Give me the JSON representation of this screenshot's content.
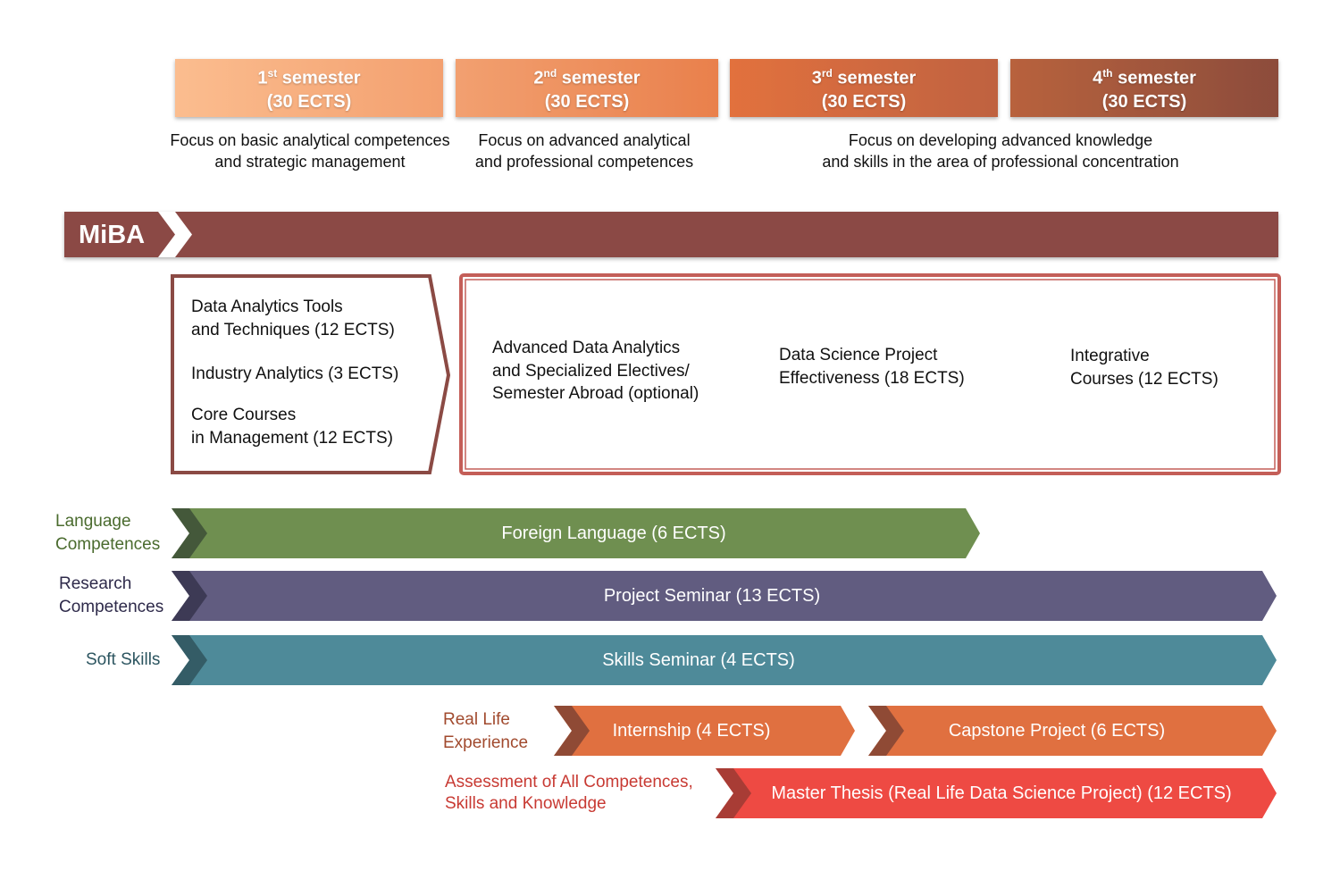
{
  "semesters": [
    {
      "num": "1",
      "suffix": "st",
      "word": "semester",
      "ects": "(30 ECTS)"
    },
    {
      "num": "2",
      "suffix": "nd",
      "word": "semester",
      "ects": "(30 ECTS)"
    },
    {
      "num": "3",
      "suffix": "rd",
      "word": "semester",
      "ects": "(30 ECTS)"
    },
    {
      "num": "4",
      "suffix": "th",
      "word": "semester",
      "ects": "(30 ECTS)"
    }
  ],
  "focus": [
    {
      "line1": "Focus on basic analytical competences",
      "line2": "and strategic management"
    },
    {
      "line1": "Focus on advanced analytical",
      "line2": "and professional competences"
    },
    {
      "line1": "Focus on developing advanced knowledge",
      "line2": "and skills in the area of professional concentration"
    }
  ],
  "program": {
    "title": "MiBA"
  },
  "first_year": {
    "items": [
      {
        "line1": "Data Analytics Tools",
        "line2": "and Techniques (12 ECTS)"
      },
      {
        "line1": "Industry Analytics (3 ECTS)"
      },
      {
        "line1": "Core Courses",
        "line2": "in Management (12 ECTS)"
      }
    ]
  },
  "second_year": {
    "items": [
      {
        "line1": "Advanced Data Analytics",
        "line2": "and Specialized Electives/",
        "line3": "Semester Abroad (optional)"
      },
      {
        "line1": "Data Science Project",
        "line2": "Effectiveness (18 ECTS)"
      },
      {
        "line1": "Integrative",
        "line2": "Courses (12 ECTS)"
      }
    ]
  },
  "tracks": {
    "language": {
      "label1": "Language",
      "label2": "Competences",
      "bar": "Foreign Language (6 ECTS)",
      "color": "#6f8f50"
    },
    "research": {
      "label1": "Research",
      "label2": "Competences",
      "bar": "Project Seminar (13 ECTS)",
      "color": "#615c80"
    },
    "soft": {
      "label1": "Soft Skills",
      "bar": "Skills Seminar (4 ECTS)",
      "color": "#4e8a99"
    },
    "real_life": {
      "label1": "Real Life",
      "label2": "Experience",
      "bar1": "Internship (4 ECTS)",
      "bar2": "Capstone Project (6 ECTS)",
      "color": "#e07040"
    },
    "assessment": {
      "label1": "Assessment of All Competences,",
      "label2": "Skills and Knowledge",
      "bar": "Master Thesis (Real Life Data Science Project) (12 ECTS)",
      "color": "#ee4a43"
    }
  }
}
